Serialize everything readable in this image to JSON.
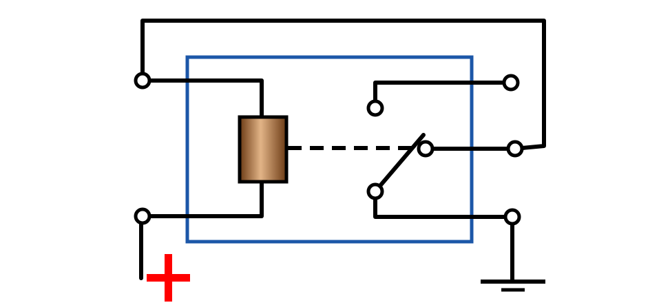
{
  "diagram": {
    "colors": {
      "background": "#ffffff",
      "wire": "#000000",
      "relay_housing": "#1c57a8",
      "coil_dark": "#6b3a14",
      "coil_light": "#e2b487",
      "positive_sign": "#ff0000",
      "terminal_fill": "#ffffff"
    },
    "symbols": {
      "positive": "plus-sign",
      "ground": "ground-symbol"
    },
    "components": {
      "relay": "relay-housing",
      "coil": "relay-coil",
      "switch": "relay-switch-contact"
    }
  }
}
